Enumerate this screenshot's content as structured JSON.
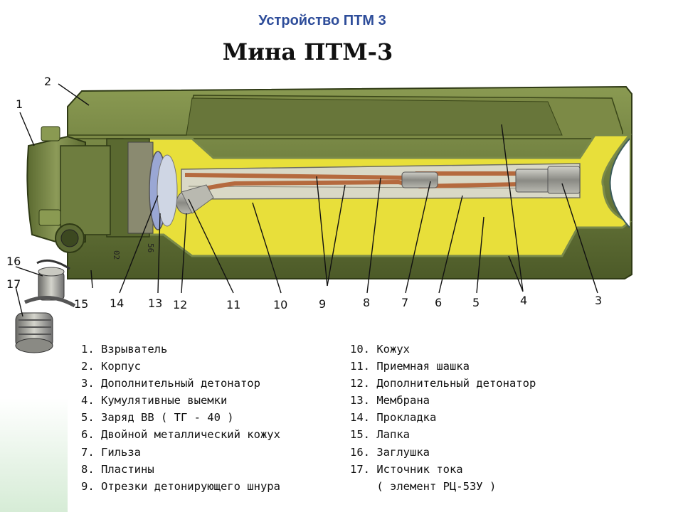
{
  "slide_title": "Устройство ПТМ 3",
  "diagram_title": "Мина ПТМ-3",
  "callouts": [
    "1",
    "2",
    "3",
    "4",
    "5",
    "6",
    "7",
    "8",
    "9",
    "10",
    "11",
    "12",
    "13",
    "14",
    "15",
    "16",
    "17"
  ],
  "legend_left": [
    "1. Взрыватель",
    "2. Корпус",
    "3. Дополнительный детонатор",
    "4. Кумулятивные выемки",
    "5. Заряд ВВ ( ТГ - 40 )",
    "6. Двойной металлический кожух",
    "7. Гильза",
    "8. Пластины",
    "9. Отрезки детонирующего шнура"
  ],
  "legend_right": [
    "10. Кожух",
    "11. Приемная шашка",
    "12. Дополнительный детонатор",
    "13. Мембрана",
    "14. Прокладка",
    "15. Лапка",
    "16. Заглушка",
    "17. Источник тока",
    "    ( элемент РЦ-53У )"
  ],
  "body_markings": [
    "02",
    "56"
  ],
  "colors": {
    "body": "#6b7a3c",
    "body_dark": "#4c5a28",
    "charge": "#e8df3a",
    "charge_edge": "#a6a44a",
    "interior": "#d9d8c6",
    "title_blue": "#2e4d9a"
  }
}
